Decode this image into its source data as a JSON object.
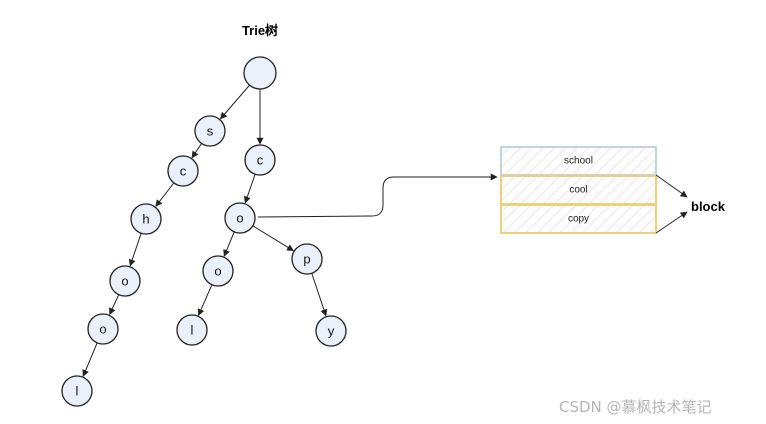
{
  "diagram": {
    "title": "Trie树",
    "nodes": [
      {
        "id": "root",
        "label": ""
      },
      {
        "id": "s",
        "label": "s"
      },
      {
        "id": "c1",
        "label": "c"
      },
      {
        "id": "h",
        "label": "h"
      },
      {
        "id": "o1",
        "label": "o"
      },
      {
        "id": "o2",
        "label": "o"
      },
      {
        "id": "l1",
        "label": "l"
      },
      {
        "id": "c2",
        "label": "c"
      },
      {
        "id": "o3",
        "label": "o"
      },
      {
        "id": "o4",
        "label": "o"
      },
      {
        "id": "p",
        "label": "p"
      },
      {
        "id": "l2",
        "label": "l"
      },
      {
        "id": "y",
        "label": "y"
      }
    ],
    "edges": [
      {
        "from": "root",
        "to": "s"
      },
      {
        "from": "root",
        "to": "c2"
      },
      {
        "from": "s",
        "to": "c1"
      },
      {
        "from": "c1",
        "to": "h"
      },
      {
        "from": "h",
        "to": "o1"
      },
      {
        "from": "o1",
        "to": "o2"
      },
      {
        "from": "o2",
        "to": "l1"
      },
      {
        "from": "c2",
        "to": "o3"
      },
      {
        "from": "o3",
        "to": "o4"
      },
      {
        "from": "o3",
        "to": "p"
      },
      {
        "from": "o4",
        "to": "l2"
      },
      {
        "from": "p",
        "to": "y"
      }
    ],
    "block": {
      "label": "block",
      "cells": [
        "school",
        "cool",
        "copy"
      ]
    },
    "colors": {
      "node_fill": "#eaf1fb",
      "school_border": "#c3d3e6",
      "word_border": "#f0cf7a"
    }
  },
  "watermark": "CSDN @慕枫技术笔记"
}
